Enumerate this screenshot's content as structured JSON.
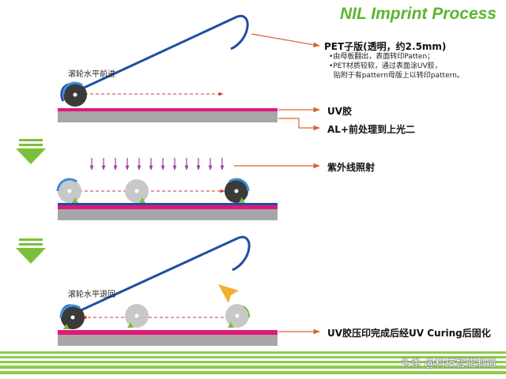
{
  "title": "NIL Imprint Process",
  "steps": [
    {
      "roller_label": "滚轮水平前进",
      "callouts": {
        "pet": "PET子版(透明，约2.5mm)",
        "pet_notes": [
          "•由母板翻出，表面转印Patten；",
          "•PET材质较软，通过表面涂UV胶，",
          "  贴附于有pattern母版上以转印pattern。"
        ],
        "uv_glue": "UV胶",
        "substrate": "AL+前处理到上光二"
      }
    },
    {
      "callouts": {
        "uv_light": "紫外线照射"
      }
    },
    {
      "roller_label": "滚轮水平退回",
      "callouts": {
        "cure": "UV胶压印完成后经UV Curing后固化"
      }
    }
  ],
  "watermark": "头条 @科技智能制造",
  "colors": {
    "title": "#5cb531",
    "pet_film": "#1f4fa3",
    "uv_glue": "#e0187a",
    "substrate": "#a7a7a7",
    "roller_dark": "#3a3a3a",
    "roller_light": "#c8c8c8",
    "uv_arrows": "#9c3ea3",
    "guide_dash": "#d23a3a",
    "callout_line": "#d9672c",
    "step_arrow": "#7cbf3b",
    "footer_stripe": "#8ccd4a"
  }
}
